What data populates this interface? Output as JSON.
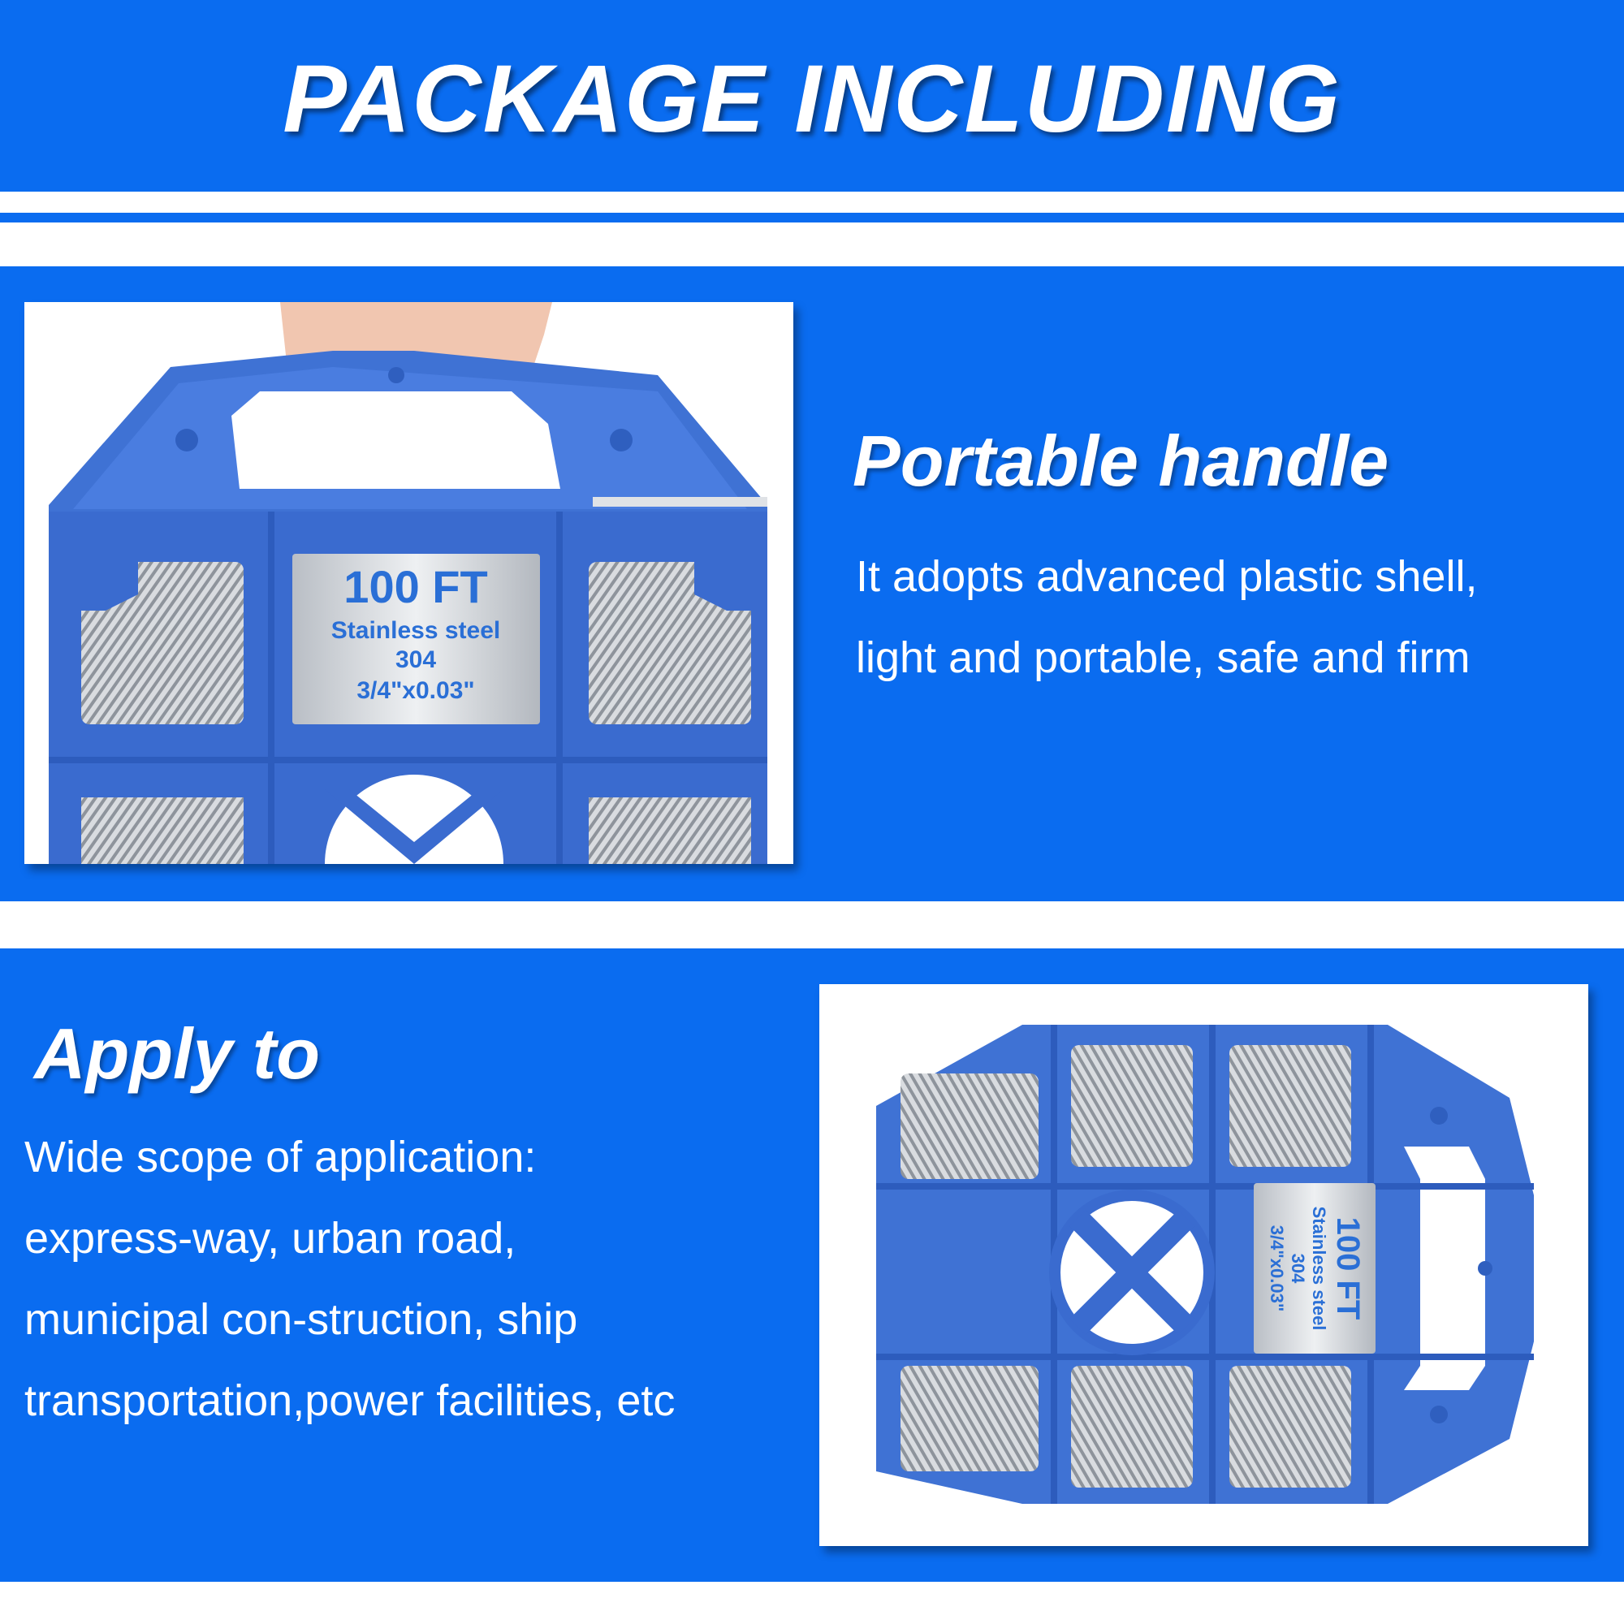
{
  "theme": {
    "accent": "#0a6cf0",
    "case_blue": "#3f72d4",
    "steel": "#c8ccd2"
  },
  "header": {
    "title": "PACKAGE INCLUDING"
  },
  "portable_section": {
    "heading": "Portable handle",
    "lines": [
      "It adopts advanced plastic shell,",
      "light and portable, safe and firm"
    ]
  },
  "apply_section": {
    "heading": "Apply to",
    "lines": [
      "Wide scope of application:",
      "express-way, urban road,",
      "municipal con-struction, ship",
      "transportation,power facilities, etc"
    ]
  },
  "product_label": {
    "length": "100 FT",
    "material": "Stainless steel",
    "grade": "304",
    "size": "3/4\"x0.03\""
  }
}
